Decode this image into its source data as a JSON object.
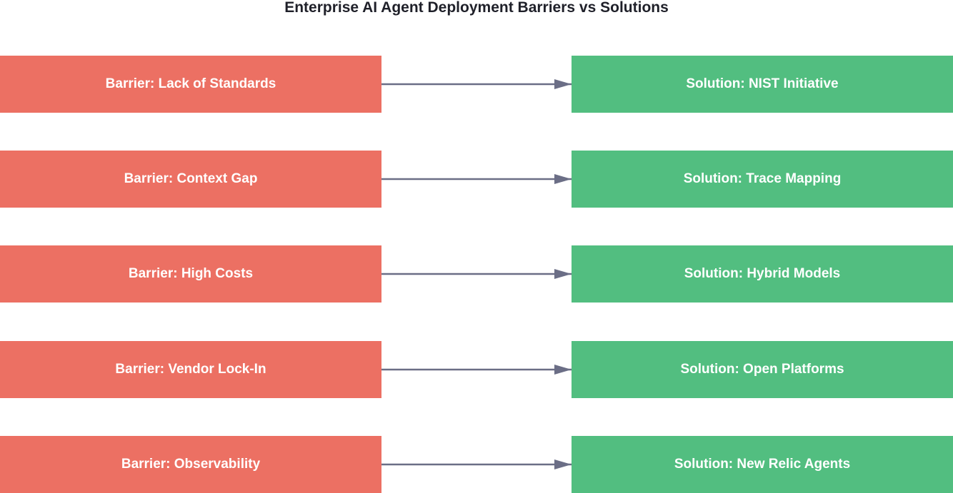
{
  "title": "Enterprise AI Agent Deployment Barriers vs Solutions",
  "colors": {
    "barrier": "#ec7063",
    "solution": "#52be80",
    "arrow": "#6b6e86",
    "title": "#1f2029"
  },
  "pairs": [
    {
      "barrier": "Barrier: Lack of Standards",
      "solution": "Solution: NIST Initiative"
    },
    {
      "barrier": "Barrier: Context Gap",
      "solution": "Solution: Trace Mapping"
    },
    {
      "barrier": "Barrier: High Costs",
      "solution": "Solution: Hybrid Models"
    },
    {
      "barrier": "Barrier: Vendor Lock-In",
      "solution": "Solution: Open Platforms"
    },
    {
      "barrier": "Barrier: Observability",
      "solution": "Solution: New Relic Agents"
    }
  ]
}
